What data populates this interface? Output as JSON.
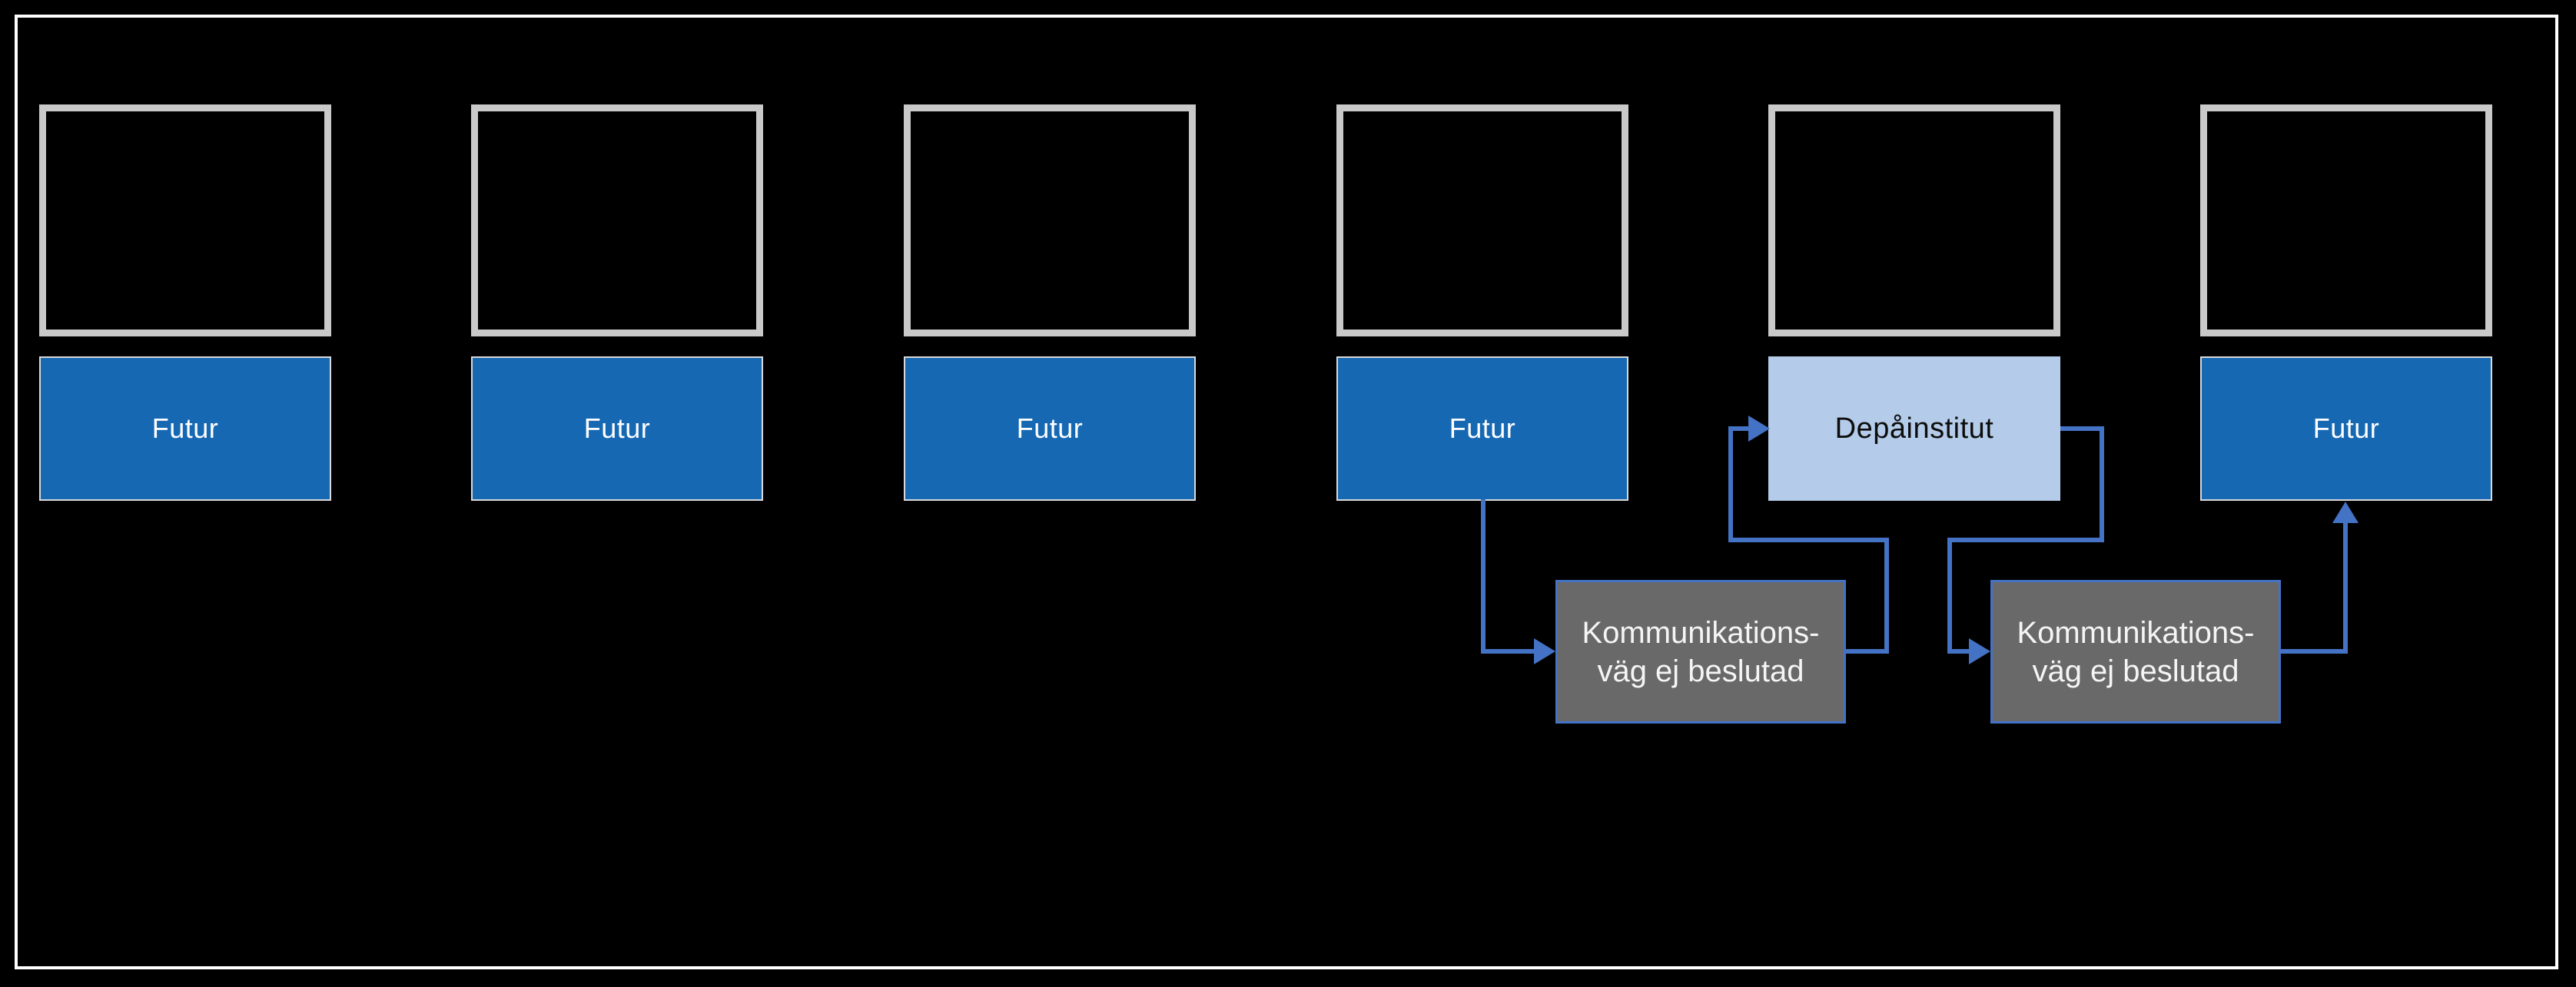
{
  "diagram": {
    "columns": [
      {
        "label": "Futur",
        "variant": "primary"
      },
      {
        "label": "Futur",
        "variant": "primary"
      },
      {
        "label": "Futur",
        "variant": "primary"
      },
      {
        "label": "Futur",
        "variant": "primary"
      },
      {
        "label": "Depåinstitut",
        "variant": "light"
      },
      {
        "label": "Futur",
        "variant": "primary"
      }
    ],
    "gray_boxes": [
      {
        "line1": "Kommunikations-",
        "line2": "väg ej beslutad"
      },
      {
        "line1": "Kommunikations-",
        "line2": "väg ej beslutad"
      }
    ],
    "colors": {
      "background": "#000000",
      "frame_border": "#ffffff",
      "placeholder_border": "#c9c9c9",
      "futur_fill": "#1668b3",
      "futur_text": "#ffffff",
      "depainstitut_fill": "#b4cce9",
      "depainstitut_text": "#0d0d0d",
      "gray_fill": "#696969",
      "gray_text": "#f5f5f5",
      "connector": "#4472c4"
    }
  }
}
